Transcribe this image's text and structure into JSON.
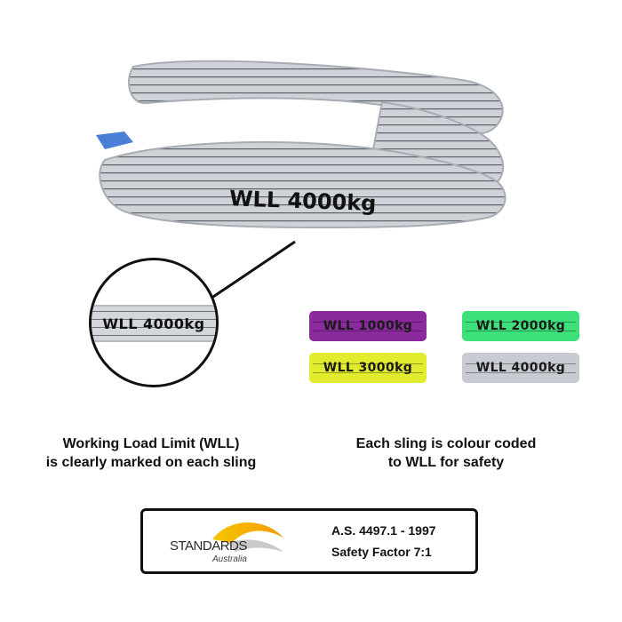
{
  "product_image": {
    "band_text": "WLL 4000kg"
  },
  "zoom": {
    "label": "WLL 4000kg"
  },
  "swatches": [
    {
      "label": "WLL 1000kg",
      "color": "#8a2a9c"
    },
    {
      "label": "WLL 2000kg",
      "color": "#3ee07a"
    },
    {
      "label": "WLL 3000kg",
      "color": "#e2ec2e"
    },
    {
      "label": "WLL 4000kg",
      "color": "#c8ccd2"
    }
  ],
  "captions": {
    "left_line1": "Working Load Limit (WLL)",
    "left_line2": "is clearly marked on each sling",
    "right_line1": "Each sling is colour coded",
    "right_line2": "to WLL for safety"
  },
  "standards": {
    "logo_text": "STANDARDS",
    "logo_sub": "Australia",
    "line1": "A.S. 4497.1 - 1997",
    "line2": "Safety Factor 7:1"
  }
}
